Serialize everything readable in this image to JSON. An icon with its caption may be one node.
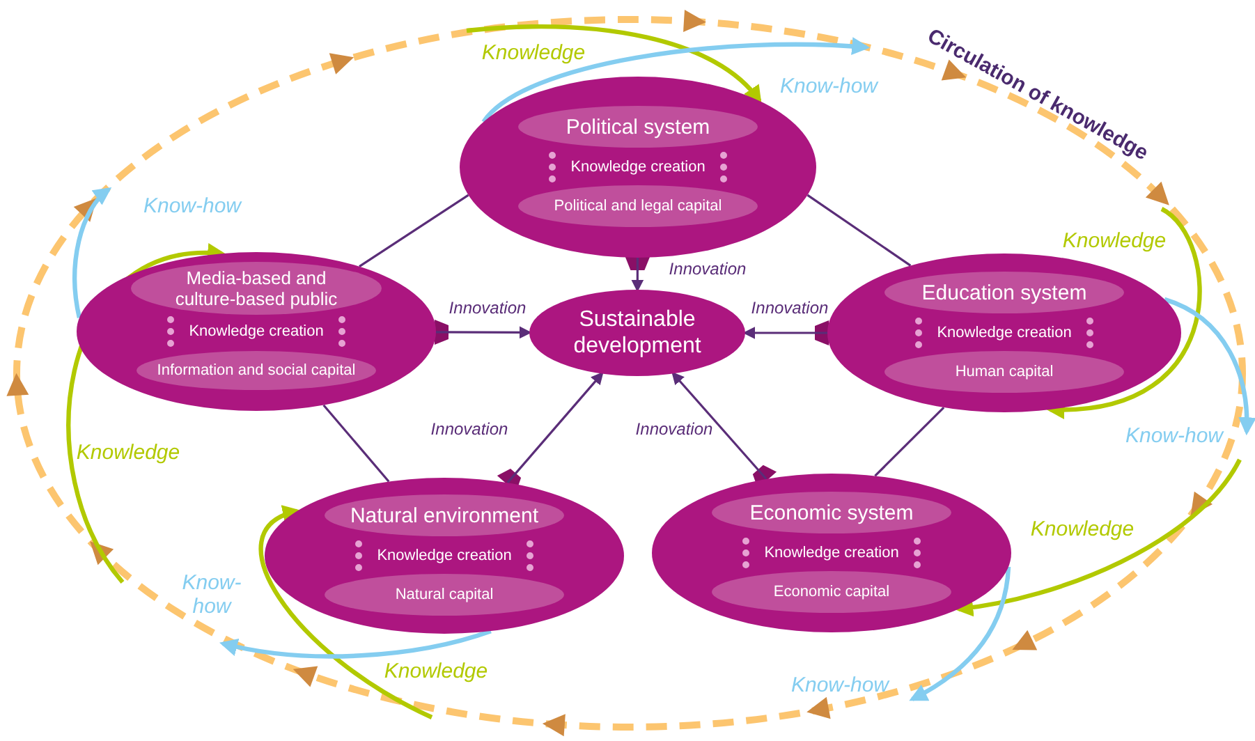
{
  "diagram": {
    "nodes": [
      {
        "text": [
          "Knowledge creation"
        ]
      },
      {
        "text": [
          "Political system"
        ],
        "in": 0
      },
      {
        "text": [
          "Political and legal capital"
        ],
        "in": 0
      },
      {
        "text": [
          "Knowledge creation"
        ]
      },
      {
        "text": [
          "Media-based and culture-based public"
        ],
        "in": 3
      },
      {
        "text": [
          "Information and social capital"
        ],
        "in": 3
      },
      {
        "text": [
          "Sustainable development"
        ]
      },
      {
        "text": [
          "Knowledge creation"
        ]
      },
      {
        "text": [
          "Education system"
        ],
        "in": 7
      },
      {
        "text": [
          "Human capital"
        ],
        "in": 7
      },
      {
        "text": [
          "Knowledge creation"
        ]
      },
      {
        "text": [
          "Natural environment"
        ],
        "in": 10
      },
      {
        "text": [
          "Natural capital"
        ],
        "in": 10
      },
      {
        "text": [
          "Knowledge creation"
        ]
      },
      {
        "text": [
          "Economic system"
        ],
        "in": 13
      },
      {
        "text": [
          "Economic capital"
        ],
        "in": 13
      }
    ],
    "edges": [
      {
        "from": 0,
        "to": 6,
        "arrow": "to",
        "label": "Innovation"
      },
      {
        "from": 3,
        "to": 6,
        "arrow": "to",
        "label": "Innovation"
      },
      {
        "from": 7,
        "to": 6,
        "arrow": "to",
        "label": "Innovation"
      },
      {
        "from": 10,
        "to": 6,
        "arrow": "to",
        "label": "Innovation"
      },
      {
        "from": 13,
        "to": 6,
        "arrow": "to",
        "label": "Innovation"
      },
      {
        "from": 0,
        "to": 3,
        "arrow": "none"
      },
      {
        "from": 0,
        "to": 7,
        "arrow": "none"
      },
      {
        "from": 3,
        "to": 10,
        "arrow": "none"
      },
      {
        "from": 7,
        "to": 13,
        "arrow": "none"
      },
      {
        "from": null,
        "to": 0,
        "arrow": "to",
        "label": "Knowledge",
        "color": "#b2c900"
      },
      {
        "from": null,
        "to": 3,
        "arrow": "to",
        "label": "Knowledge",
        "color": "#b2c900"
      },
      {
        "from": null,
        "to": 10,
        "arrow": "to",
        "label": "Knowledge",
        "color": "#b2c900"
      },
      {
        "from": null,
        "to": 7,
        "arrow": "to",
        "label": "Knowledge",
        "color": "#b2c900"
      },
      {
        "from": null,
        "to": 13,
        "arrow": "to",
        "label": "Knowledge",
        "color": "#b2c900"
      },
      {
        "from": 0,
        "to": null,
        "arrow": "to",
        "label": "Know-how",
        "color": "#84cdf0"
      },
      {
        "from": 3,
        "to": null,
        "arrow": "to",
        "label": "Know-how",
        "color": "#84cdf0"
      },
      {
        "from": 7,
        "to": null,
        "arrow": "to",
        "label": "Know-how",
        "color": "#84cdf0"
      },
      {
        "from": 10,
        "to": null,
        "arrow": "to",
        "label": "Know-how",
        "color": "#84cdf0"
      },
      {
        "from": 13,
        "to": null,
        "arrow": "to",
        "label": "Know-how",
        "color": "#84cdf0"
      }
    ],
    "labels": [
      "Circulation of knowledge"
    ]
  }
}
